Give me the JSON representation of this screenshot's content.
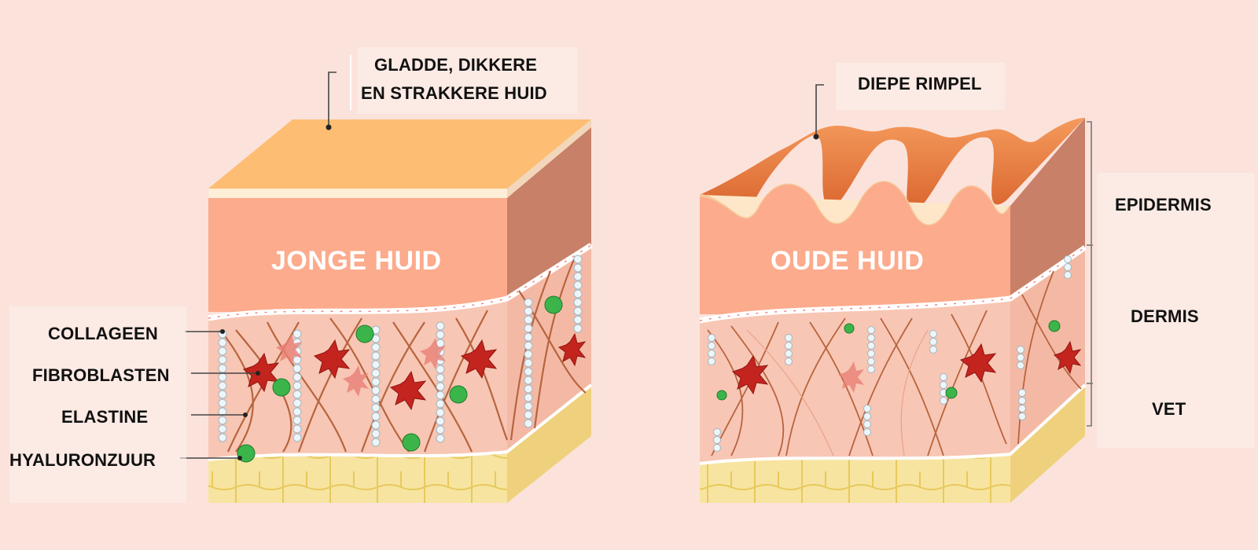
{
  "labels": {
    "young_callout_line1": "GLADDE, DIKKERE",
    "young_callout_line2": "EN STRAKKERE HUID",
    "old_callout": "DIEPE RIMPEL",
    "young_title": "JONGE HUID",
    "old_title": "OUDE HUID",
    "collagen": "COLLAGEEN",
    "fibroblasts": "FIBROBLASTEN",
    "elastin": "ELASTINE",
    "hyaluronic": "HYALURONZUUR",
    "epidermis": "EPIDERMIS",
    "dermis": "DERMIS",
    "fat": "VET"
  },
  "colors": {
    "background": "#fbe3dc",
    "skin_top": "#fdbd73",
    "epidermis_front": "#fcab8c",
    "epidermis_side": "#c98068",
    "dermis": "#f8c6b4",
    "fat": "#f6e39a",
    "fiber": "#b7643f",
    "fibroblast": "#c4241e",
    "hyaluronic": "#3bb54a",
    "collagen": "#e8f2f6",
    "wrinkled_top": "#e9834a"
  }
}
